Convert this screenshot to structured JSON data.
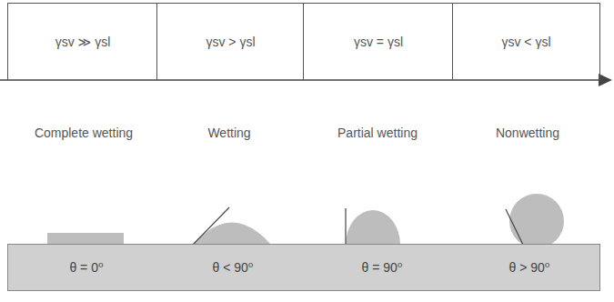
{
  "diagram": {
    "nodes": [
      {
        "text": [
          "γsv ≫ γsl"
        ]
      },
      {
        "text": [
          "γsv > γsl"
        ]
      },
      {
        "text": [
          "γsv = γsl"
        ]
      },
      {
        "text": [
          "γsv < γsl"
        ]
      },
      {
        "text": [
          "θ = 0⁰",
          "θ < 90⁰",
          "θ = 90⁰",
          "θ > 90⁰"
        ]
      }
    ],
    "edges": [],
    "labels": [
      "Complete wetting",
      "Wetting",
      "Partial wetting",
      "Nonwetting"
    ]
  }
}
